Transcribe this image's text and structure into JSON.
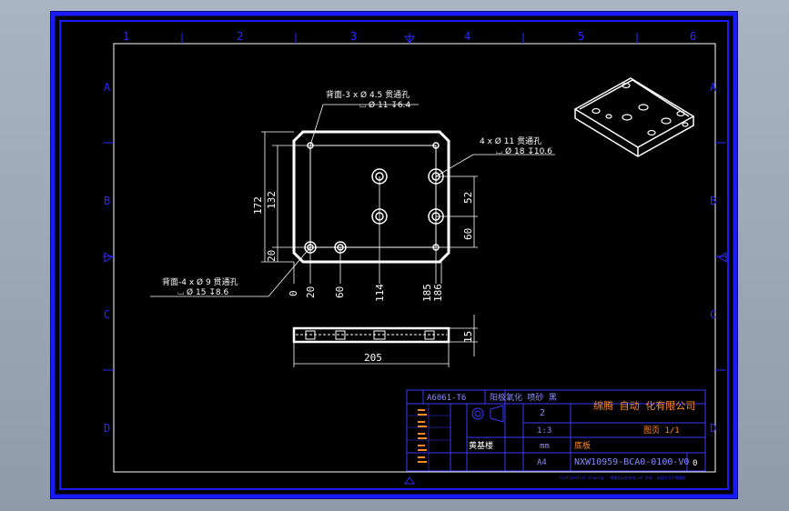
{
  "colors": {
    "background": "#000000",
    "frame": "#1a1aff",
    "geometry": "#ffffff",
    "dimension": "#ffffff",
    "table": "#3a3aff",
    "company": "#ff8a1f",
    "outer_bg": "#9aa6b5"
  },
  "grid": {
    "columns": [
      "1",
      "2",
      "3",
      "4",
      "5",
      "6"
    ],
    "rows": [
      "A",
      "B",
      "C",
      "D"
    ]
  },
  "top_view": {
    "callouts": {
      "top_left_line1": "背面-3 x  Ø 4.5 贯通孔",
      "top_left_line2": "⌴ Ø 11 ↧6.4",
      "right_line1": "4 x Ø 11 贯通孔",
      "right_line2": "⌴ Ø 18 ↧10.6",
      "bottom_left_line1": "背面-4 x  Ø 9 贯通孔",
      "bottom_left_line2": "⌴ Ø 15 ↧8.6"
    },
    "dims": {
      "overall_height": "172",
      "hole_span_vertical": "132",
      "offset_bottom": "20",
      "right_52": "52",
      "right_60": "60",
      "bottom_0": "0",
      "bottom_20": "20",
      "bottom_60": "60",
      "bottom_114": "114",
      "bottom_185": "185",
      "bottom_186": "186"
    }
  },
  "side_view": {
    "width_dim": "205",
    "thickness_dim": "15"
  },
  "title_block": {
    "material": "A6061-T6",
    "treatment": "阳极氧化 喷砂 黑",
    "company": "绵腾 自动 化有限公司",
    "quantity": "2",
    "scale": "1:3",
    "unit": "mm",
    "part_name": "底板",
    "drawing_number": "NXW10959-BCA0-0100-V0",
    "sheet_size": "A4",
    "sheet_label": "图页 1/1",
    "designer": "黄基楼",
    "revision": "0",
    "footer_note": "Confidential drawing - 绵腾自动化有限公司 所有, 未经许可不得复制"
  }
}
